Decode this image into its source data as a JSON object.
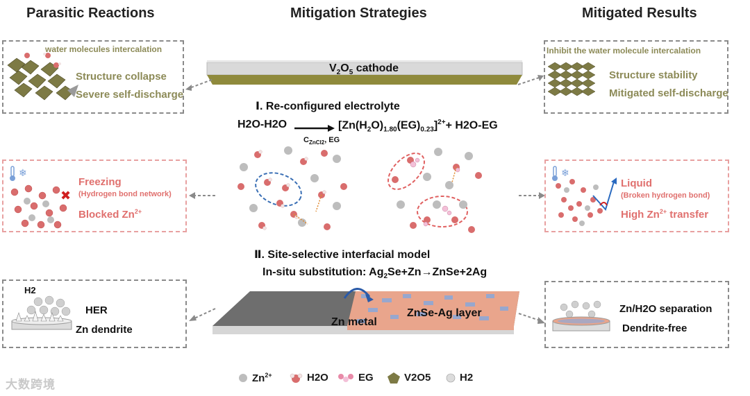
{
  "headers": {
    "left": "Parasitic Reactions",
    "center": "Mitigation Strategies",
    "right": "Mitigated Results"
  },
  "row1": {
    "left_box": {
      "top_text": "water molecules intercalation",
      "line1": "Structure collapse",
      "line2": "Severe self-discharge"
    },
    "cathode_label_pre": "V",
    "cathode_label_sub": "2",
    "cathode_label_mid": "O",
    "cathode_label_sub2": "5",
    "cathode_label_post": " cathode",
    "right_box": {
      "top_text": "Inhibit the water molecule intercalation",
      "line1": "Structure stability",
      "line2": "Mitigated self-discharge"
    }
  },
  "row2": {
    "section_title": "Ⅰ. Re-configured electrolyte",
    "equation": {
      "left": "H2O-H2O",
      "arrow_label_main": "C",
      "arrow_label_sub": "ZnCl2",
      "arrow_label_tail": ", EG",
      "right_pre": "[Zn(H",
      "right_sub1": "2",
      "right_mid1": "O)",
      "right_sub2": "1.80",
      "right_mid2": "(EG)",
      "right_sub3": "0.23",
      "right_mid3": "]",
      "right_sup": "2+",
      "right_post": "+ H2O-EG"
    },
    "left_box": {
      "line1": "Freezing",
      "line2": "(Hydrogen bond network)",
      "line3_pre": "Blocked Zn",
      "line3_sup": "2+"
    },
    "right_box": {
      "line1": "Liquid",
      "line2": "(Broken hydrogen bond)",
      "line3_pre": "High Zn",
      "line3_sup": "2+",
      "line3_post": " transfer"
    }
  },
  "row3": {
    "section_title": "Ⅱ. Site-selective interfacial model",
    "reaction_pre": "In-situ substitution: Ag",
    "reaction_sub": "2",
    "reaction_post": "Se+Zn→ZnSe+2Ag",
    "slab_left_label": "Zn metal",
    "slab_right_label": "ZnSe-Ag  layer",
    "left_box": {
      "h2_label": "H2",
      "line1": "HER",
      "line2": "Zn dendrite"
    },
    "right_box": {
      "line1": "Zn/H2O  separation",
      "line2": "Dendrite-free"
    }
  },
  "legend": {
    "zn_pre": "Zn",
    "zn_sup": "2+",
    "h2o": "H2O",
    "eg": "EG",
    "v2o5": "V2O5",
    "h2": "H2"
  },
  "watermark": "大数跨境",
  "colors": {
    "olive": "#8c8a57",
    "pink_text": "#e0706e",
    "pink_border": "#e8a0a0",
    "gray_border": "#8a8a8a",
    "blue_ellipse": "#3a6fb5",
    "red_ellipse": "#e06060"
  }
}
